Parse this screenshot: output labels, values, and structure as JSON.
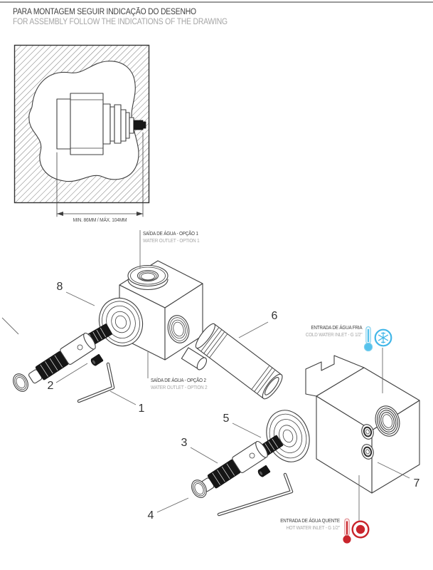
{
  "page": {
    "header": {
      "title_pt": "PARA MONTAGEM SEGUIR INDICAÇÃO DO DESENHO",
      "title_en": "FOR ASSEMBLY FOLLOW THE INDICATIONS OF THE DRAWING"
    }
  },
  "wall_section": {
    "dimension_label": "MIN. 86MM / MÁX. 104MM"
  },
  "callouts": {
    "outlet_option1": {
      "pt": "SAÍDA DE ÁGUA - OPÇÃO 1",
      "en": "WATER OUTLET - OPTION 1"
    },
    "outlet_option2": {
      "pt": "SAÍDA DE ÁGUA - OPÇÃO 2",
      "en": "WATER OUTLET - OPTION 2"
    },
    "cold_inlet": {
      "pt": "ENTRADA DE ÁGUA FRIA",
      "en": "COLD WATER INLET - G 1/2\""
    },
    "hot_inlet": {
      "pt": "ENTRADA DE ÁGUA QUENTE",
      "en": "HOT WATER INLET - G 1/2\""
    }
  },
  "part_numbers": [
    "1",
    "2",
    "3",
    "4",
    "5",
    "6",
    "7",
    "8"
  ],
  "colors": {
    "cold_accent": "#41b6e8",
    "hot_accent": "#c9252c",
    "text_dark": "#3e3e3e",
    "text_light": "#a5a5a5",
    "line": "#3f3f3f"
  }
}
